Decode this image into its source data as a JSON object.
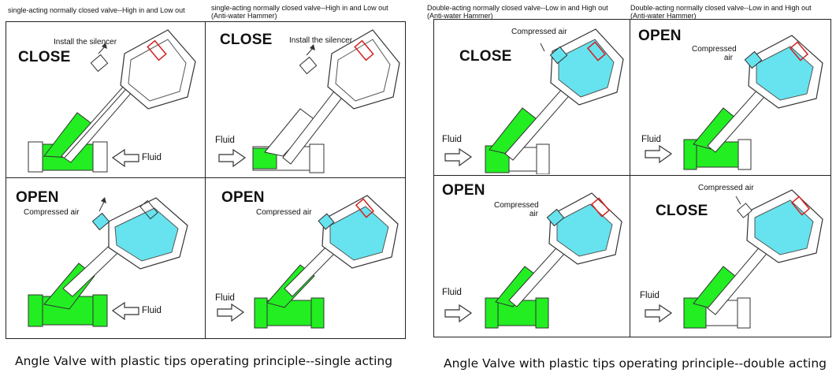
{
  "headers": {
    "h1": "single-acting normally closed valve--High in and Low out",
    "h2a": "single-acting normally closed valve--High in and Low out",
    "h2b": "(Anti-water Hammer)",
    "h3a": "Double-acting normally closed valve--Low in and High out",
    "h3b": "(Anti-water Hammer)",
    "h4a": "Double-acting normally closed valve--Low in and High out",
    "h4b": "(Anti-water Hammer)"
  },
  "cells": {
    "s_tl": {
      "state": "CLOSE",
      "label": "Install the silencer",
      "fluid": "Fluid"
    },
    "s_tr": {
      "state": "CLOSE",
      "label": "Install the silencer",
      "fluid": "Fluid"
    },
    "s_bl": {
      "state": "OPEN",
      "label": "Compressed air",
      "fluid": "Fluid"
    },
    "s_br": {
      "state": "OPEN",
      "label": "Compressed air",
      "fluid": "Fluid"
    },
    "d_tl": {
      "state": "CLOSE",
      "label": "Compressed air",
      "fluid": "Fluid"
    },
    "d_tr": {
      "state": "OPEN",
      "label1": "Compressed",
      "label2": "air",
      "fluid": "Fluid"
    },
    "d_bl": {
      "state": "OPEN",
      "label1": "Compressed",
      "label2": "air",
      "fluid": "Fluid"
    },
    "d_br": {
      "state": "CLOSE",
      "label": "Compressed air",
      "fluid": "Fluid"
    }
  },
  "captions": {
    "left": "Angle Valve with plastic tips operating principle--single acting",
    "right": "Angle Valve with plastic tips operating principle--double acting"
  },
  "colors": {
    "fluid_green": "#22ee22",
    "air_cyan": "#66e3ee",
    "spring_red": "#d42020"
  }
}
